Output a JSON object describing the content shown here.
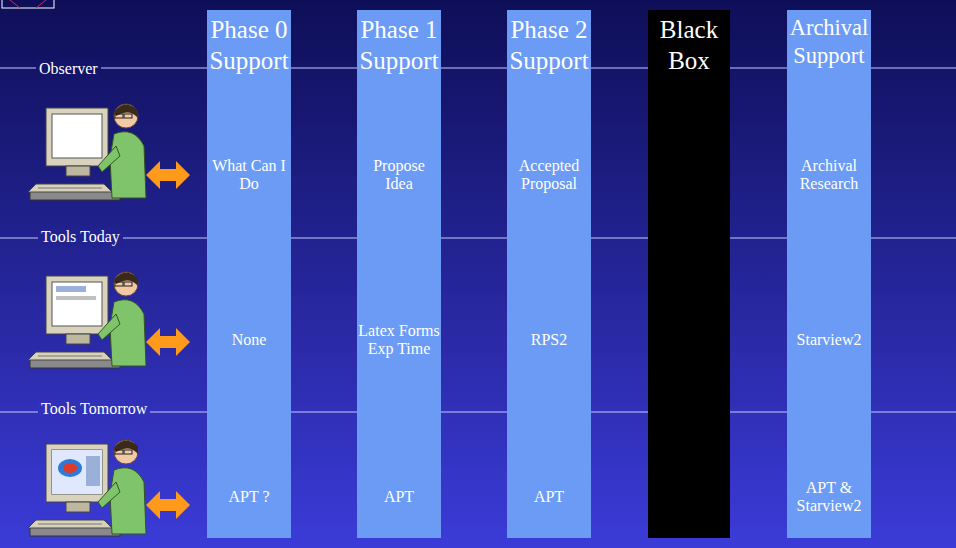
{
  "diagram": {
    "nodes": [
      {
        "text": [
          "Phase 0 Support",
          "What Can I Do",
          "None",
          "APT ?"
        ]
      },
      {
        "text": [
          "Phase 1 Support",
          "Propose Idea",
          "Latex Forms Exp Time",
          "APT"
        ]
      },
      {
        "text": [
          "Phase 2 Support",
          "Accepted Proposal",
          "RPS2",
          "APT"
        ]
      },
      {
        "text": [
          "Black Box"
        ]
      },
      {
        "text": [
          "Archival Support",
          "Archival Research",
          "Starview2",
          "APT & Starview2"
        ]
      }
    ],
    "edges": [],
    "labels": [
      "Observer",
      "Tools Today",
      "Tools Tomorrow"
    ]
  }
}
